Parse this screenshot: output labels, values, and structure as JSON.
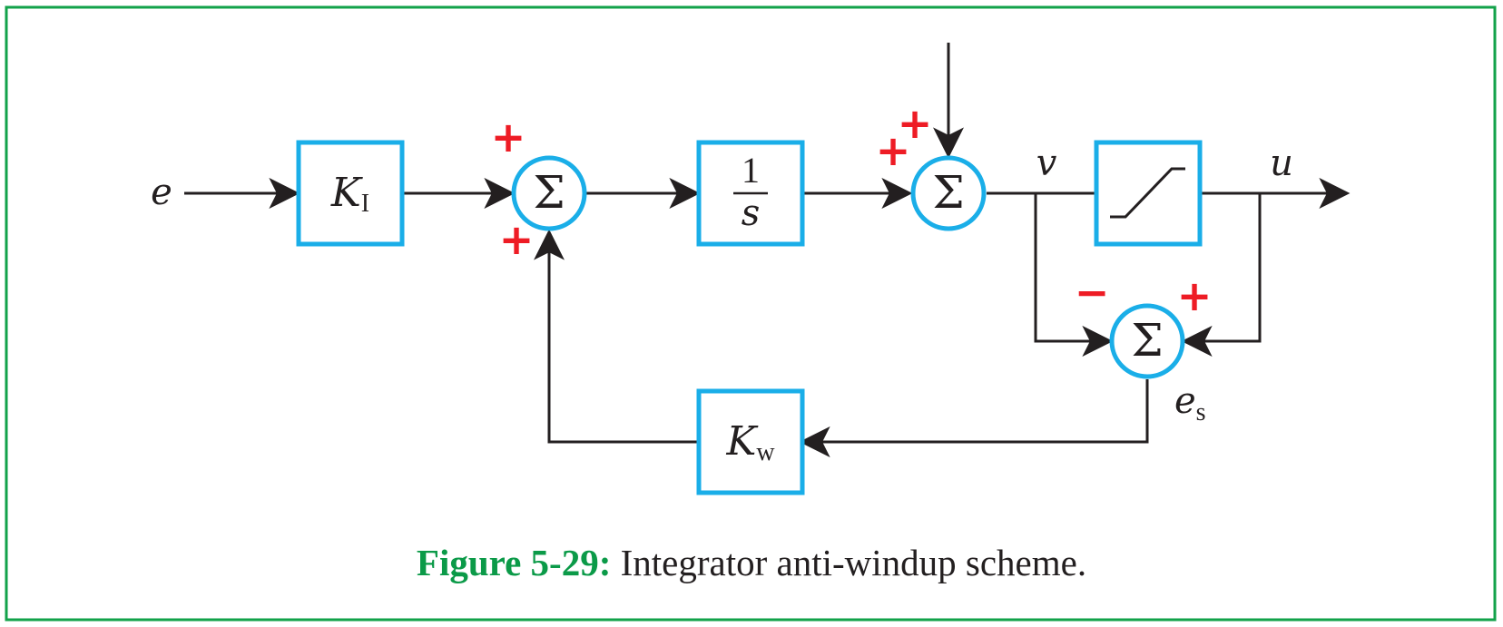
{
  "colors": {
    "frame": "#12a24a",
    "block": "#1aaee8",
    "signal": "#231f20",
    "sign": "#ee1c25",
    "caption_label": "#0b9a48"
  },
  "signals": {
    "input": "e",
    "intermediate": "v",
    "output": "u",
    "saturation_error": "e",
    "saturation_error_sub": "s"
  },
  "blocks": {
    "ki": {
      "symbol": "K",
      "subscript": "I"
    },
    "integrator": {
      "numerator": "1",
      "denominator": "s"
    },
    "saturation": {
      "icon": "saturation-icon"
    },
    "kw": {
      "symbol": "K",
      "subscript": "w"
    }
  },
  "summing_junctions": {
    "glyph": "Σ",
    "sum1_signs": [
      "+",
      "+"
    ],
    "sum2_signs": [
      "+",
      "+"
    ],
    "sum3_signs": [
      "−",
      "+"
    ]
  },
  "caption": {
    "label": "Figure 5-29:",
    "text": "Integrator anti-windup scheme."
  }
}
